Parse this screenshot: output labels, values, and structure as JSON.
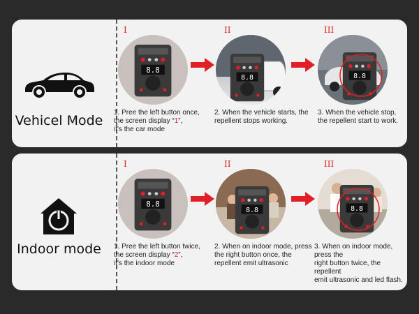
{
  "vehicle": {
    "title": "Vehicel Mode",
    "steps": [
      {
        "roman": "I",
        "text_a": "1. Pree the left button once,",
        "text_b_pre": "the screen display “",
        "text_b_hl": "1",
        "text_b_post": "”,",
        "text_c": "it's the car mode"
      },
      {
        "roman": "II",
        "text_a": "2. When the vehicle starts, the",
        "text_b": "repellent stops working."
      },
      {
        "roman": "III",
        "text_a": "3. When the vehicle stop,",
        "text_b": "the repellent start to work."
      }
    ]
  },
  "indoor": {
    "title": "Indoor mode",
    "steps": [
      {
        "roman": "I",
        "text_a": "1. Pree the left button twice,",
        "text_b_pre": "the screen display “",
        "text_b_hl": "2",
        "text_b_post": "”,",
        "text_c": "it's the indoor mode"
      },
      {
        "roman": "II",
        "text_a": "2. When on indoor mode, press",
        "text_b": "the right button once, the",
        "text_c": "repellent emit ultrasonic"
      },
      {
        "roman": "III",
        "text_a": "3. When on indoor mode, press the",
        "text_b": "right button twice, the repellent",
        "text_c": "emit ultrasonic and led flash."
      }
    ]
  },
  "device_display": "8.8",
  "colors": {
    "accent": "#e01f26",
    "card": "#f2f2f2",
    "background": "#2a2a2a"
  }
}
